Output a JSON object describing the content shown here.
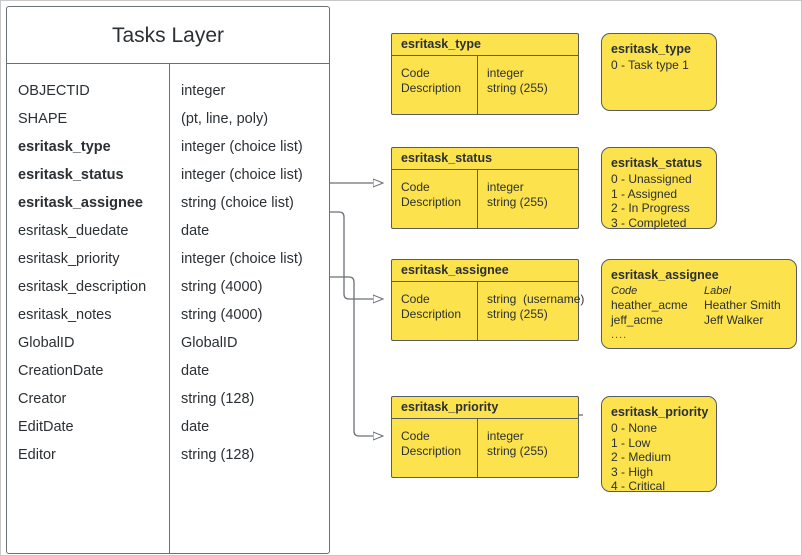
{
  "diagram": {
    "title": "Tasks Layer",
    "line_color": "#6a7078",
    "accent_color": "#fce24d",
    "text_color": "#2b3034"
  },
  "entity": {
    "title": "Tasks Layer",
    "fields": [
      {
        "name": "OBJECTID",
        "type": "integer",
        "bold": false
      },
      {
        "name": "SHAPE",
        "type": "(pt, line, poly)",
        "bold": false
      },
      {
        "name": "esritask_type",
        "type": "integer (choice list)",
        "bold": true
      },
      {
        "name": "esritask_status",
        "type": "integer (choice list)",
        "bold": true
      },
      {
        "name": "esritask_assignee",
        "type": "string (choice list)",
        "bold": true
      },
      {
        "name": "esritask_duedate",
        "type": "date",
        "bold": false
      },
      {
        "name": "esritask_priority",
        "type": "integer (choice list)",
        "bold": false
      },
      {
        "name": "esritask_description",
        "type": "string (4000)",
        "bold": false
      },
      {
        "name": "esritask_notes",
        "type": "string (4000)",
        "bold": false
      },
      {
        "name": "GlobalID",
        "type": "GlobalID",
        "bold": false
      },
      {
        "name": "CreationDate",
        "type": "date",
        "bold": false
      },
      {
        "name": "Creator",
        "type": "string (128)",
        "bold": false
      },
      {
        "name": "EditDate",
        "type": "date",
        "bold": false
      },
      {
        "name": "Editor",
        "type": "string (128)",
        "bold": false
      }
    ]
  },
  "tables": {
    "type": {
      "title": "esritask_type",
      "col_left": "Code\nDescription",
      "col_right": "integer\nstring (255)"
    },
    "status": {
      "title": "esritask_status",
      "col_left": "Code\nDescription",
      "col_right": "integer\nstring (255)"
    },
    "assignee": {
      "title": "esritask_assignee",
      "col_left": "Code\nDescription",
      "col_right": "string  (username)\nstring (255)"
    },
    "priority": {
      "title": "esritask_priority",
      "col_left": "Code\nDescription",
      "col_right": "integer\nstring (255)"
    }
  },
  "values": {
    "type": {
      "title": "esritask_type",
      "lines": [
        "0 - Task type 1"
      ]
    },
    "status": {
      "title": "esritask_status",
      "lines": [
        "0 - Unassigned",
        "1 - Assigned",
        "2 - In Progress",
        "3 - Completed"
      ]
    },
    "assignee": {
      "title": "esritask_assignee",
      "head_code": "Code",
      "head_label": "Label",
      "rows": [
        {
          "code": "heather_acme",
          "label": "Heather Smith"
        },
        {
          "code": "jeff_acme",
          "label": "Jeff Walker"
        }
      ],
      "ellipsis": "...."
    },
    "priority": {
      "title": "esritask_priority",
      "lines": [
        "0 - None",
        "1 - Low",
        "2 - Medium",
        "3 - High",
        "4 - Critical"
      ]
    }
  }
}
